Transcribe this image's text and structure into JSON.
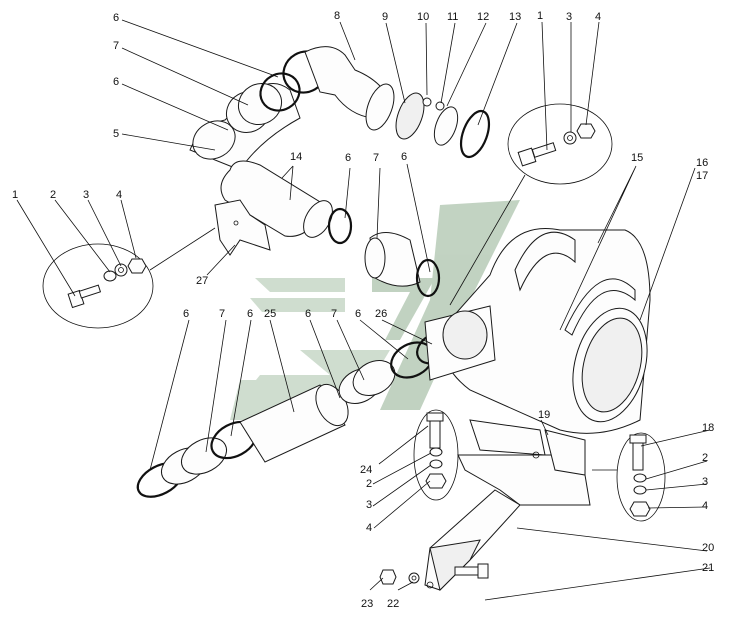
{
  "diagram": {
    "callouts": {
      "c01": "1",
      "c02": "2",
      "c03": "3",
      "c04": "4",
      "c05": "5",
      "c06": "6",
      "c07": "7",
      "c08": "6",
      "c09": "8",
      "c10": "9",
      "c11": "10",
      "c12": "11",
      "c13": "12",
      "c14": "13",
      "c15": "1",
      "c16": "3",
      "c17": "4",
      "c18": "14",
      "c19": "6",
      "c20": "7",
      "c21": "6",
      "c22": "15",
      "c23": "16",
      "c24": "17",
      "c25": "27",
      "c26": "6",
      "c27": "7",
      "c28": "6",
      "c29": "25",
      "c30": "6",
      "c31": "7",
      "c32": "6",
      "c33": "26",
      "c34": "19",
      "c35": "18",
      "c36": "2",
      "c37": "3",
      "c38": "4",
      "c39": "24",
      "c40": "2",
      "c41": "3",
      "c42": "4",
      "c43": "20",
      "c44": "21",
      "c45": "23",
      "c46": "22"
    },
    "watermark_color": "#8fae8f"
  }
}
